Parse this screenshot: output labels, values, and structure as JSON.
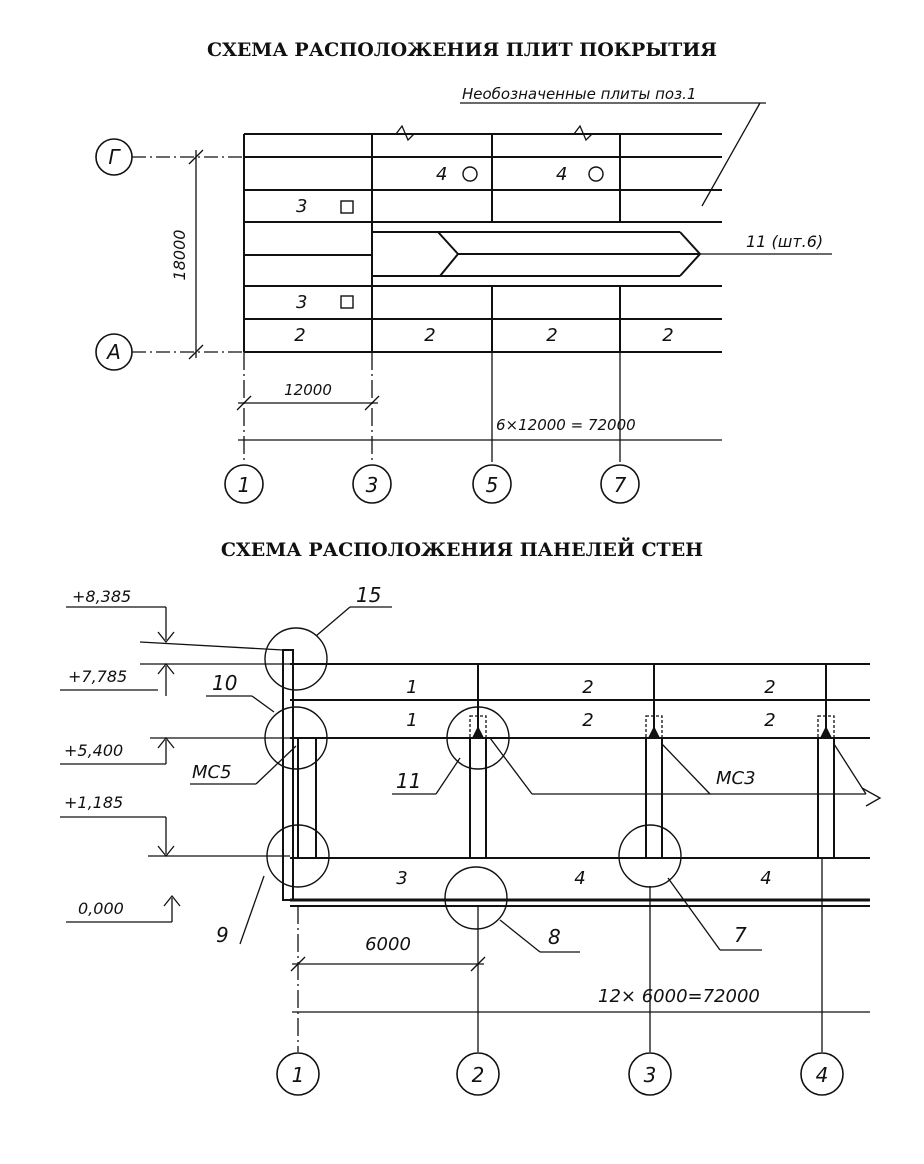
{
  "roof": {
    "title": "СХЕМА РАСПОЛОЖЕНИЯ ПЛИТ ПОКРЫТИЯ",
    "note": "Необозначенные плиты поз.1",
    "callout_11": "11 (шт.6)",
    "dim_height": "18000",
    "dim_bay": "12000",
    "dim_total": "6×12000  =  72000",
    "row_axes": [
      "Г",
      "А"
    ],
    "col_axes": [
      "1",
      "3",
      "5",
      "7"
    ],
    "slab_labels": {
      "s4a": "4",
      "s4b": "4",
      "s3a": "3",
      "s3b": "3",
      "s2a": "2",
      "s2b": "2",
      "s2c": "2",
      "s2d": "2"
    }
  },
  "walls": {
    "title": "СХЕМА РАСПОЛОЖЕНИЯ ПАНЕЛЕЙ СТЕН",
    "levels": [
      "+8,385",
      "+7,785",
      "+5,400",
      "+1,185",
      "0,000"
    ],
    "callouts": {
      "n15": "15",
      "n10": "10",
      "n11": "11",
      "n9": "9",
      "n8": "8",
      "n7": "7",
      "ms5": "МС5",
      "ms3": "МС3"
    },
    "panel_labels": {
      "p1a": "1",
      "p2a": "2",
      "p2b": "2",
      "p1b": "1",
      "p2c": "2",
      "p2d": "2",
      "p3": "3",
      "p4a": "4",
      "p4b": "4"
    },
    "dim_bay": "6000",
    "dim_total": "12×  6000=72000",
    "col_axes": [
      "1",
      "2",
      "3",
      "4"
    ]
  }
}
